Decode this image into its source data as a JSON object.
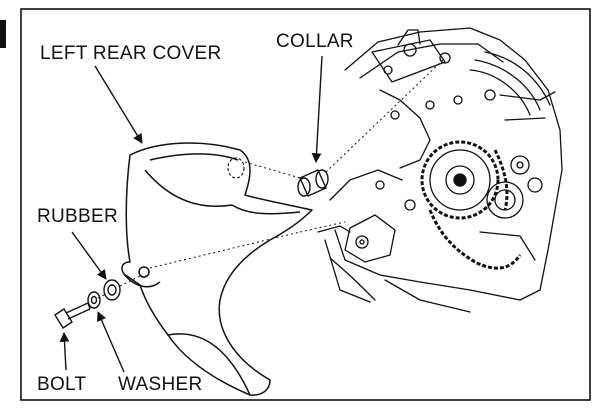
{
  "labels": {
    "left_rear_cover": "LEFT REAR COVER",
    "collar": "COLLAR",
    "rubber": "RUBBER",
    "bolt": "BOLT",
    "washer": "WASHER"
  },
  "colors": {
    "ink": "#111111",
    "paper": "#ffffff"
  }
}
